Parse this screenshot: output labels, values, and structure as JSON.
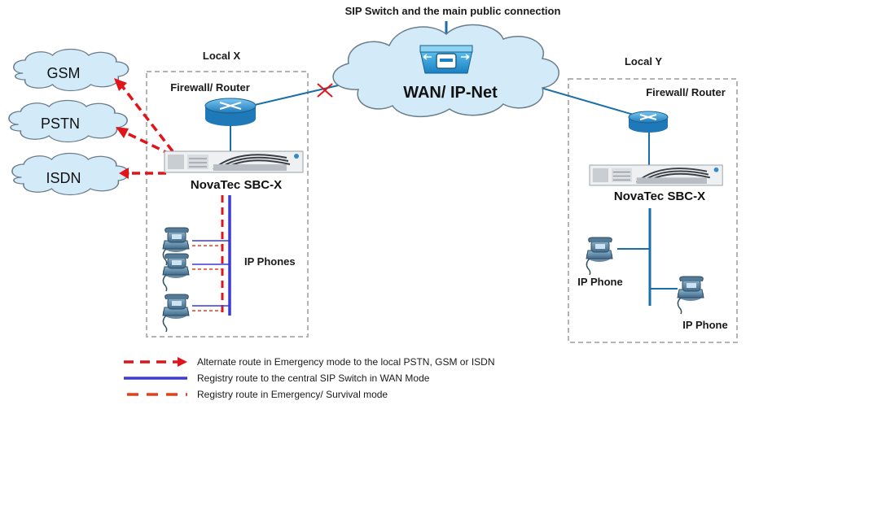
{
  "top_label": "SIP Switch and the main public connection",
  "wan": {
    "label": "WAN/ IP-Net"
  },
  "local_x": {
    "title": "Local X",
    "router_label": "Firewall/ Router",
    "sbc_label": "NovaTec SBC-X",
    "phones_label": "IP Phones",
    "phone_count": 3
  },
  "local_y": {
    "title": "Local Y",
    "router_label": "Firewall/ Router",
    "sbc_label": "NovaTec SBC-X",
    "phone_label_1": "IP Phone",
    "phone_label_2": "IP Phone"
  },
  "clouds": {
    "gsm": "GSM",
    "pstn": "PSTN",
    "isdn": "ISDN"
  },
  "legend": {
    "alternate": "Alternate route in Emergency mode to the local PSTN, GSM  or  ISDN",
    "registry_wan": "Registry route to the central SIP Switch in WAN Mode",
    "registry_emergency": "Registry route in Emergency/ Survival  mode"
  },
  "colors": {
    "cloud_fill": "#d3ebf9",
    "cloud_stroke": "#6a7d8c",
    "wan_line": "#1a6fa8",
    "alternate_route": "#e0141a",
    "registry_wan": "#3b3bd6",
    "registry_emergency": "#e2401b",
    "router": "#2c8fd0",
    "box_border": "#b4b4b4",
    "break_mark": "#e0141a"
  },
  "icons": [
    "sip-switch-icon",
    "router-icon",
    "sbc-device-icon",
    "ip-phone-icon",
    "cloud-icon"
  ]
}
